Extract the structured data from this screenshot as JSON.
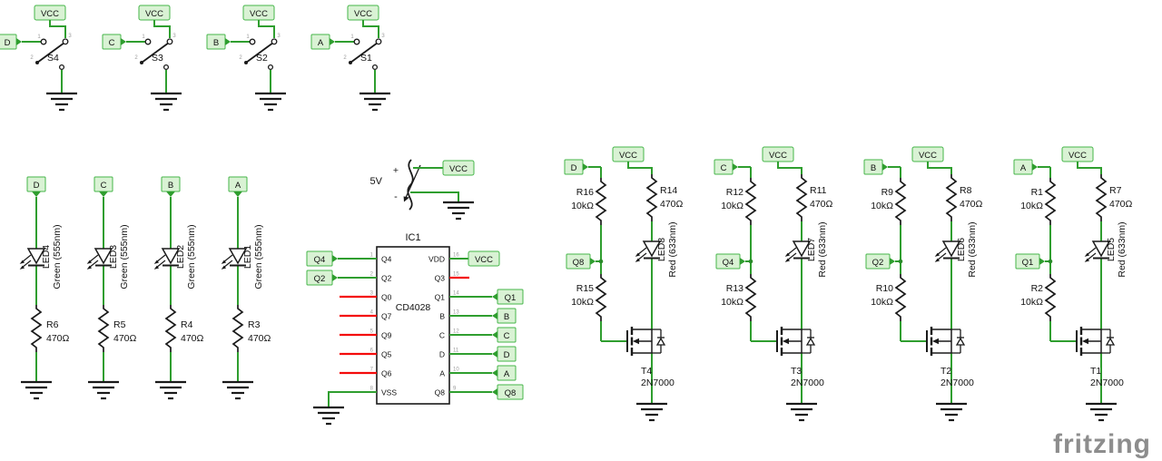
{
  "app": {
    "watermark": "fritzing",
    "watermark_color": "#8d8d8d"
  },
  "colors": {
    "wire": "#2f9e2f",
    "unrouted": "#f40b0b",
    "flag_fill": "#d9f2d4",
    "flag_border": "#45b649",
    "component": "#1a1a1a",
    "pin_number": "#9b9b9b",
    "background": "#ffffff"
  },
  "switch_pins": {
    "n1": "1",
    "n2": "2",
    "n3": "3"
  },
  "switches": [
    {
      "name": "S4",
      "net": "D",
      "vcc": "VCC"
    },
    {
      "name": "S3",
      "net": "C",
      "vcc": "VCC"
    },
    {
      "name": "S2",
      "net": "B",
      "vcc": "VCC"
    },
    {
      "name": "S1",
      "net": "A",
      "vcc": "VCC"
    }
  ],
  "led_chains": [
    {
      "net": "D",
      "led": "LED4",
      "spec": "Green (555nm)",
      "resistor": "R6",
      "value": "470Ω"
    },
    {
      "net": "C",
      "led": "LED3",
      "spec": "Green (555nm)",
      "resistor": "R5",
      "value": "470Ω"
    },
    {
      "net": "B",
      "led": "LED2",
      "spec": "Green (555nm)",
      "resistor": "R4",
      "value": "470Ω"
    },
    {
      "net": "A",
      "led": "LED1",
      "spec": "Green (555nm)",
      "resistor": "R3",
      "value": "470Ω"
    }
  ],
  "battery": {
    "voltage": "5V",
    "plus": "+",
    "minus": "-",
    "vcc": "VCC"
  },
  "ic": {
    "designator": "IC1",
    "part": "CD4028",
    "left_pins": [
      {
        "num": "1",
        "name": "Q4",
        "net": "Q4"
      },
      {
        "num": "2",
        "name": "Q2",
        "net": "Q2"
      },
      {
        "num": "3",
        "name": "Q0"
      },
      {
        "num": "4",
        "name": "Q7"
      },
      {
        "num": "5",
        "name": "Q9"
      },
      {
        "num": "6",
        "name": "Q5"
      },
      {
        "num": "7",
        "name": "Q6"
      },
      {
        "num": "8",
        "name": "VSS"
      }
    ],
    "right_pins": [
      {
        "num": "16",
        "name": "VDD",
        "net": "VCC"
      },
      {
        "num": "15",
        "name": "Q3"
      },
      {
        "num": "14",
        "name": "Q1",
        "net": "Q1"
      },
      {
        "num": "13",
        "name": "B",
        "net": "B"
      },
      {
        "num": "12",
        "name": "C",
        "net": "C"
      },
      {
        "num": "11",
        "name": "D",
        "net": "D"
      },
      {
        "num": "10",
        "name": "A",
        "net": "A"
      },
      {
        "num": "9",
        "name": "Q8",
        "net": "Q8"
      }
    ]
  },
  "drivers": [
    {
      "net": "D",
      "vcc": "VCC",
      "mid_net": "Q8",
      "r_top_left": {
        "name": "R16",
        "value": "10kΩ"
      },
      "r_top_right": {
        "name": "R14",
        "value": "470Ω"
      },
      "r_bottom_left": {
        "name": "R15",
        "value": "10kΩ"
      },
      "led": {
        "name": "LED8",
        "spec": "Red (633nm)"
      },
      "transistor": {
        "name": "T4",
        "part": "2N7000"
      }
    },
    {
      "net": "C",
      "vcc": "VCC",
      "mid_net": "Q4",
      "r_top_left": {
        "name": "R12",
        "value": "10kΩ"
      },
      "r_top_right": {
        "name": "R11",
        "value": "470Ω"
      },
      "r_bottom_left": {
        "name": "R13",
        "value": "10kΩ"
      },
      "led": {
        "name": "LED7",
        "spec": "Red (633nm)"
      },
      "transistor": {
        "name": "T3",
        "part": "2N7000"
      }
    },
    {
      "net": "B",
      "vcc": "VCC",
      "mid_net": "Q2",
      "r_top_left": {
        "name": "R9",
        "value": "10kΩ"
      },
      "r_top_right": {
        "name": "R8",
        "value": "470Ω"
      },
      "r_bottom_left": {
        "name": "R10",
        "value": "10kΩ"
      },
      "led": {
        "name": "LED6",
        "spec": "Red (633nm)"
      },
      "transistor": {
        "name": "T2",
        "part": "2N7000"
      }
    },
    {
      "net": "A",
      "vcc": "VCC",
      "mid_net": "Q1",
      "r_top_left": {
        "name": "R1",
        "value": "10kΩ"
      },
      "r_top_right": {
        "name": "R7",
        "value": "470Ω"
      },
      "r_bottom_left": {
        "name": "R2",
        "value": "10kΩ"
      },
      "led": {
        "name": "LED5",
        "spec": "Red (633nm)"
      },
      "transistor": {
        "name": "T1",
        "part": "2N7000"
      }
    }
  ]
}
